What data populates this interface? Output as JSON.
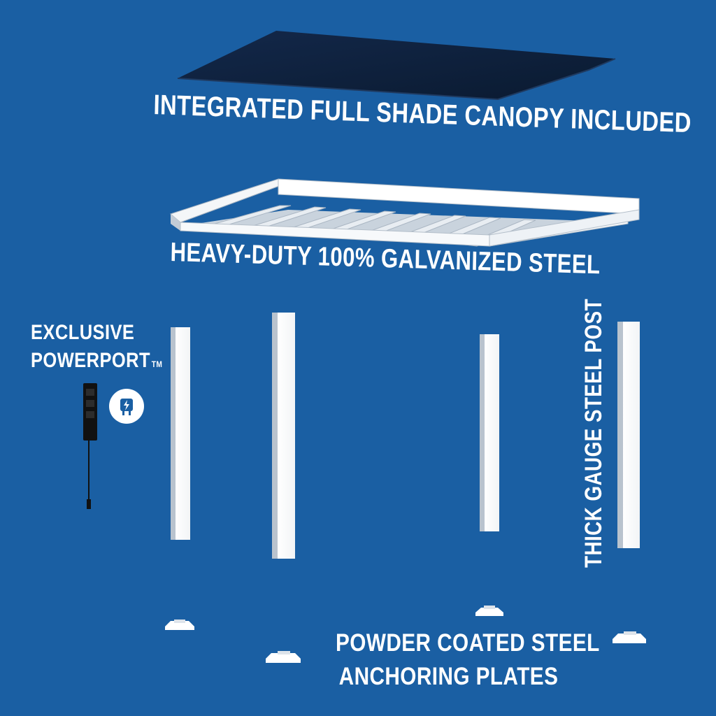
{
  "labels": {
    "canopy": "INTEGRATED FULL SHADE CANOPY INCLUDED",
    "frame": "HEAVY-DUTY 100% GALVANIZED STEEL",
    "powerport_line1": "EXCLUSIVE",
    "powerport_line2": "POWERPORT",
    "powerport_tm": "TM",
    "post": "THICK GAUGE STEEL POST",
    "plates_line1": "POWDER COATED STEEL",
    "plates_line2": "ANCHORING PLATES"
  },
  "icons": {
    "power": "plug-lightning-icon"
  },
  "colors": {
    "background": "#1a5fa3",
    "canopy": "#0b1d35",
    "steel": "#ffffff",
    "text": "#ffffff"
  }
}
